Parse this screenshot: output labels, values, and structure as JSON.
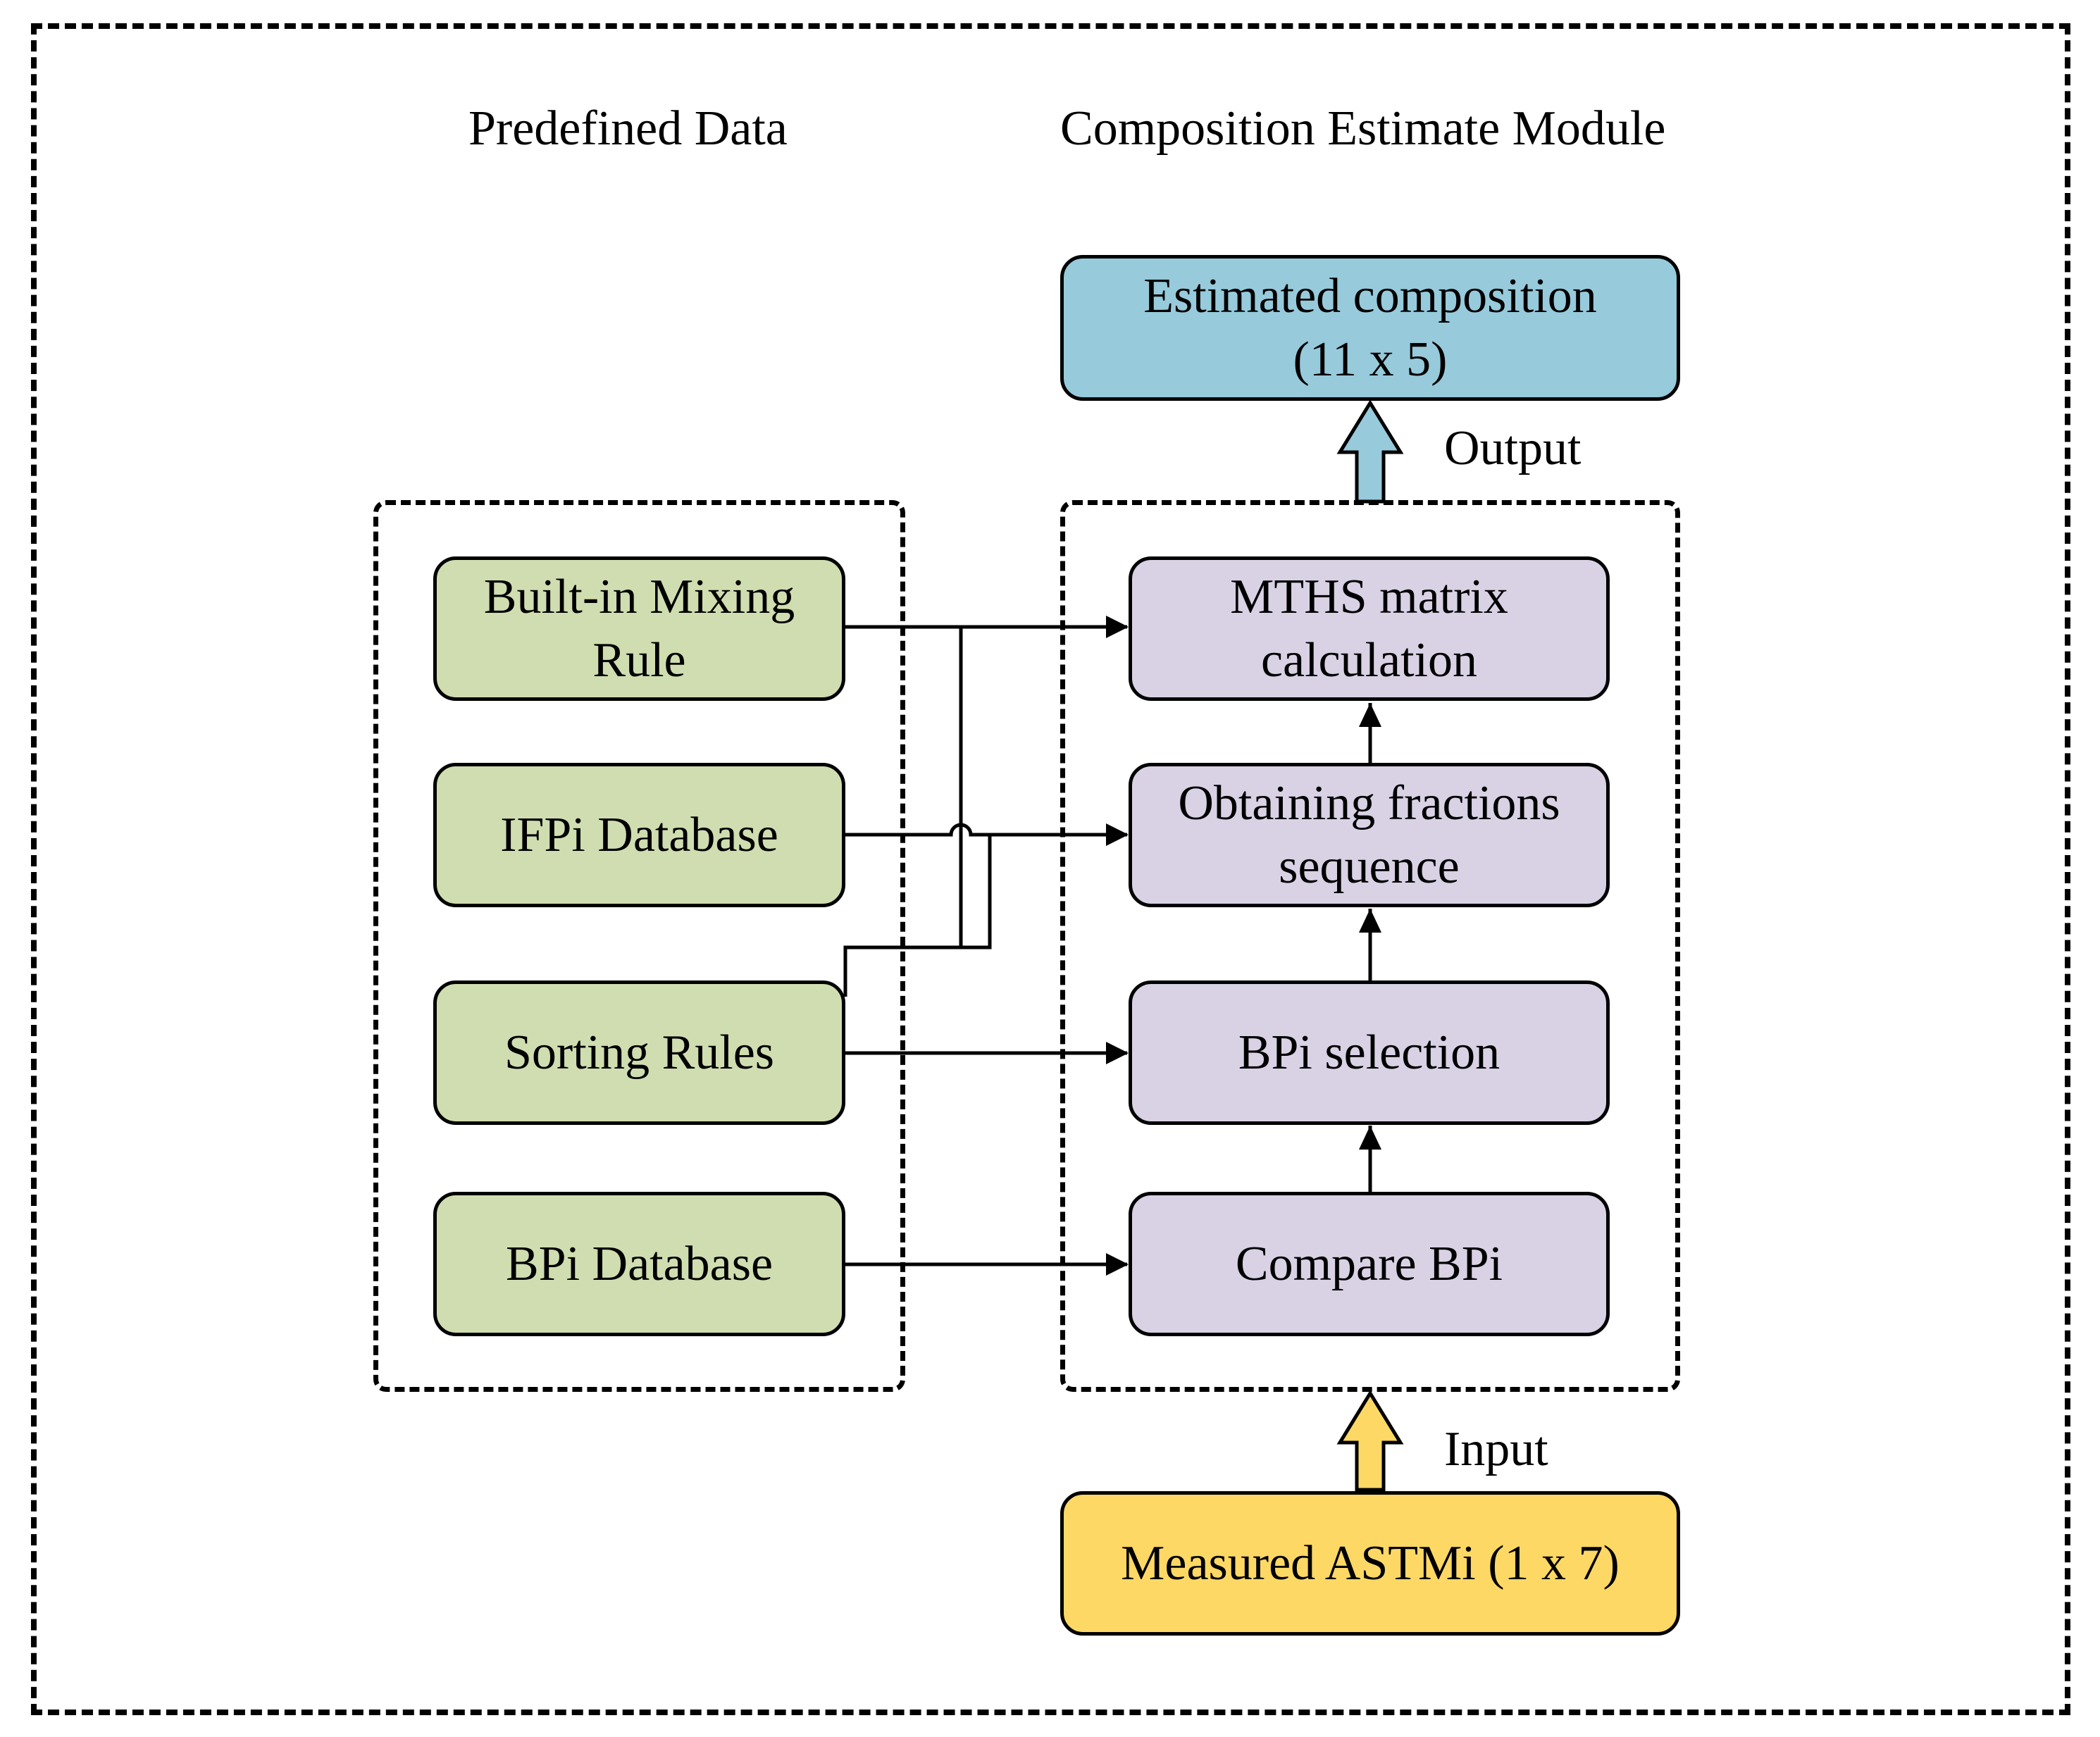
{
  "headings": {
    "left": "Predefined Data",
    "right": "Composition Estimate Module"
  },
  "predefined": {
    "mixing_rule": [
      "Built-in Mixing",
      "Rule"
    ],
    "ifpi": "IFPi Database",
    "sorting": "Sorting Rules",
    "bpi_db": "BPi Database"
  },
  "module": {
    "mths": [
      "MTHS matrix",
      "calculation"
    ],
    "fractions": [
      "Obtaining fractions",
      "sequence"
    ],
    "selection": "BPi selection",
    "compare": "Compare BPi"
  },
  "output": {
    "label": "Output",
    "box": [
      "Estimated composition",
      "(11 x 5)"
    ]
  },
  "input": {
    "label": "Input",
    "box": "Measured ASTMi (1 x 7)"
  },
  "colors": {
    "predefined_fill": "#d0ddb0",
    "module_fill": "#d9d1e4",
    "output_fill": "#97cadb",
    "input_fill": "#fdd865"
  }
}
